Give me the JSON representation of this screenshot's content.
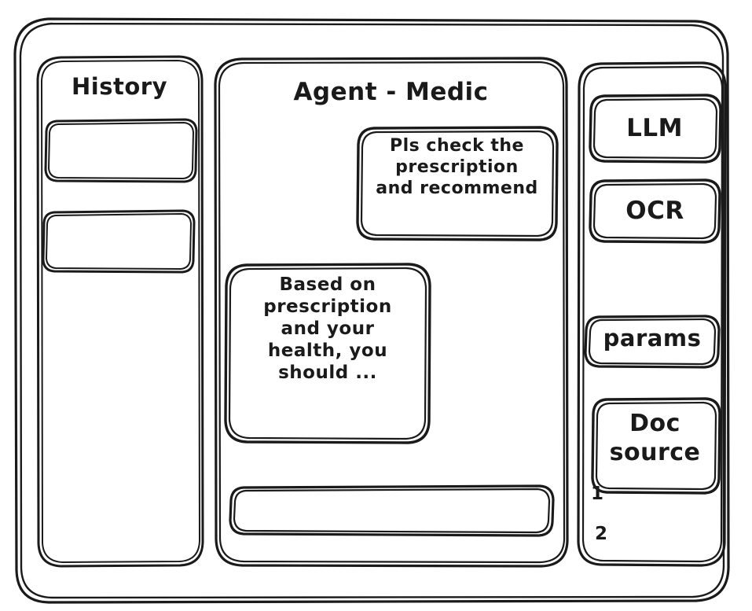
{
  "meta": {
    "style": "hand-drawn-wireframe",
    "stroke_color": "#1a1a1a",
    "background_color": "#ffffff"
  },
  "window": {
    "frame_name": "app-window"
  },
  "sidebar": {
    "title": "History",
    "items": [
      {
        "label": ""
      },
      {
        "label": ""
      }
    ]
  },
  "main": {
    "title": "Agent - Medic",
    "messages": [
      {
        "role": "user",
        "text": "Pls check the\nprescription\nand recommend"
      },
      {
        "role": "assistant",
        "text": "Based on\nprescription\nand your\nhealth, you\nshould ..."
      }
    ],
    "composer": {
      "value": "",
      "placeholder": ""
    }
  },
  "tools_panel": {
    "items": [
      {
        "label": "LLM"
      },
      {
        "label": "OCR"
      },
      {
        "label": "params"
      },
      {
        "label": "Doc\nsource"
      }
    ],
    "doc_references": [
      {
        "label": "1"
      },
      {
        "label": "2"
      }
    ]
  }
}
